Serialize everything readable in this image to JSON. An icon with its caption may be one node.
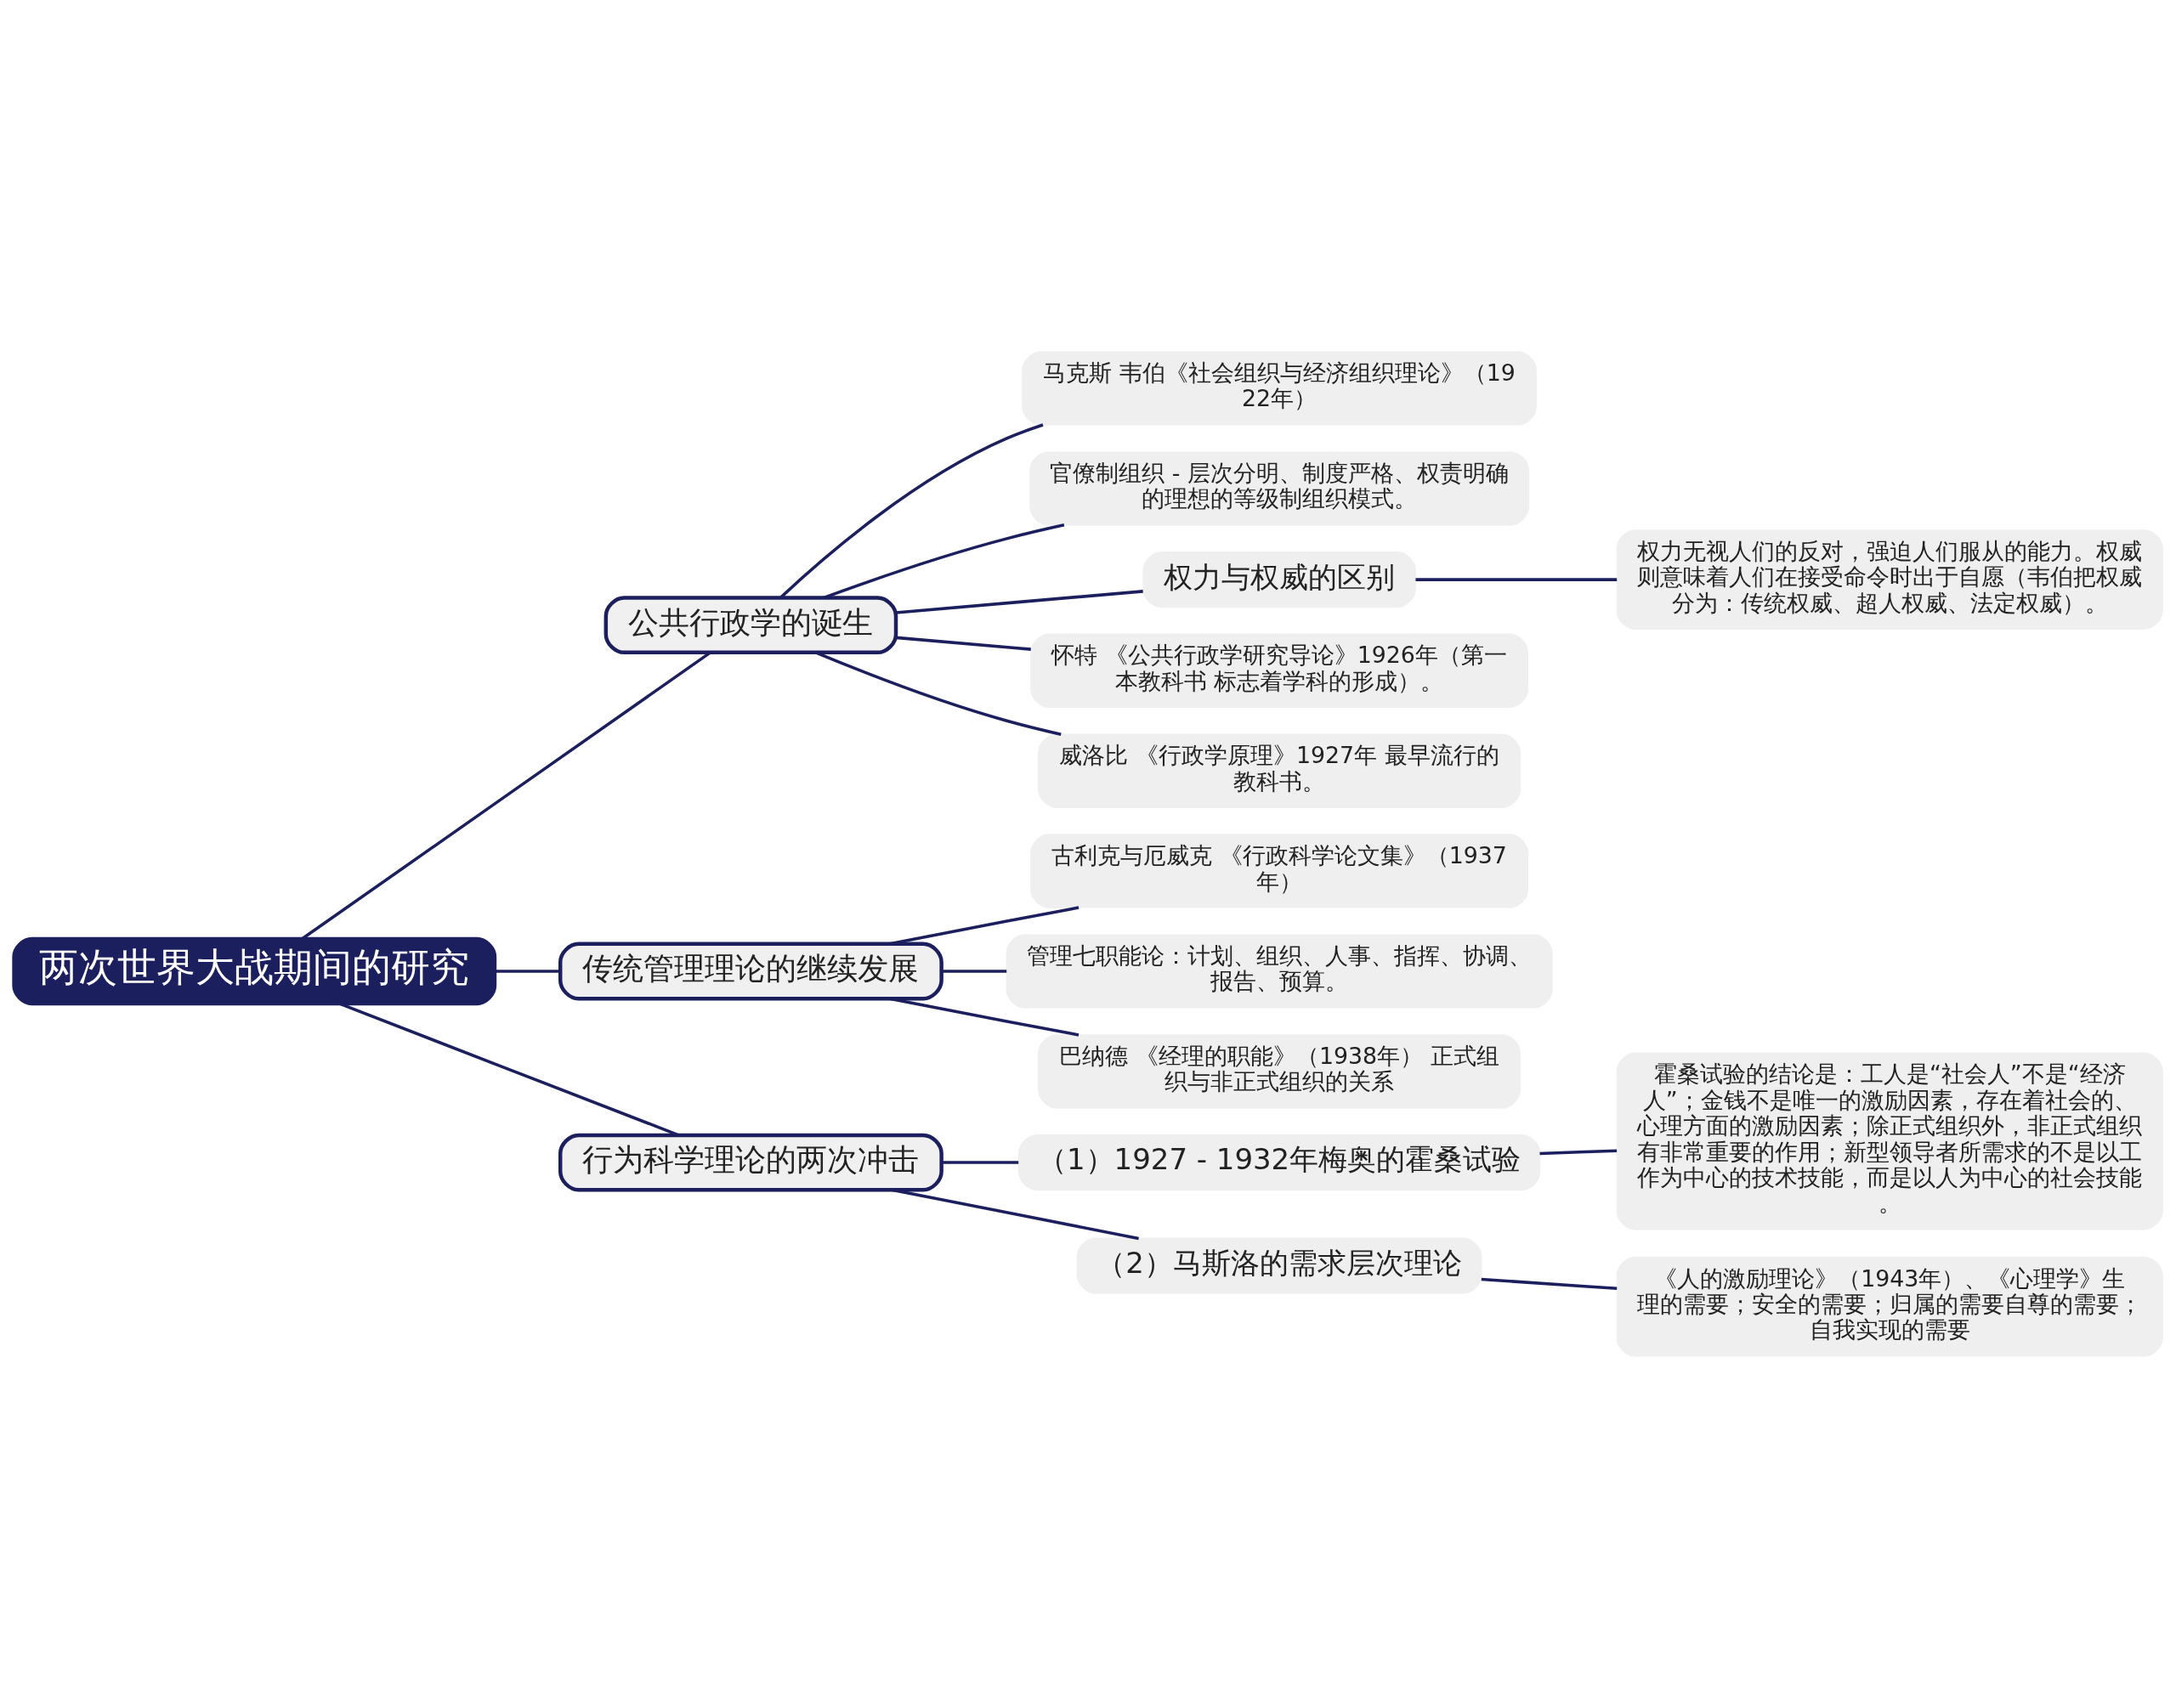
{
  "diagram": {
    "nodes": [
      {
        "text": [
          "两次世界大战期间的研究"
        ]
      },
      {
        "text": [
          "公共行政学的诞生"
        ]
      },
      {
        "text": [
          "马克斯 韦伯《社会组织与经济组织理论》（1922年）"
        ]
      },
      {
        "text": [
          "官僚制组织 - 层次分明、制度严格、权责明确的理想的等级制组织模式。"
        ]
      },
      {
        "text": [
          "权力与权威的区别"
        ]
      },
      {
        "text": [
          "权力无视人们的反对，强迫人们服从的能力。权威则意味着人们在接受命令时出于自愿（韦伯把权威分为：传统权威、超人权威、法定权威）。"
        ]
      },
      {
        "text": [
          "怀特 《公共行政学研究导论》1926年（第一本教科书 标志着学科的形成）。"
        ]
      },
      {
        "text": [
          "威洛比 《行政学原理》1927年 最早流行的教科书。"
        ]
      },
      {
        "text": [
          "传统管理理论的继续发展"
        ]
      },
      {
        "text": [
          "古利克与厄威克 《行政科学论文集》（1937年）"
        ]
      },
      {
        "text": [
          "管理七职能论：计划、组织、人事、指挥、协调、报告、预算。"
        ]
      },
      {
        "text": [
          "巴纳德 《经理的职能》（1938年） 正式组织与非正式组织的关系"
        ]
      },
      {
        "text": [
          "行为科学理论的两次冲击"
        ]
      },
      {
        "text": [
          "（1）1927 - 1932年梅奥的霍桑试验"
        ]
      },
      {
        "text": [
          "霍桑试验的结论是：工人是“社会人”不是“经济人”；金钱不是唯一的激励因素，存在着社会的、心理方面的激励因素；除正式组织外，非正式组织有非常重要的作用；新型领导者所需求的不是以工作为中心的技术技能，而是以人为中心的社会技能。"
        ]
      },
      {
        "text": [
          "（2）马斯洛的需求层次理论"
        ]
      },
      {
        "text": [
          "《人的激励理论》（1943年）、《心理学》生理的需要；安全的需要；归属的需要自尊的需要；自我实现的需要"
        ]
      }
    ],
    "edges": [
      {
        "from": 0,
        "to": 1,
        "arrow": "none"
      },
      {
        "from": 1,
        "to": 2,
        "arrow": "none"
      },
      {
        "from": 1,
        "to": 3,
        "arrow": "none"
      },
      {
        "from": 1,
        "to": 4,
        "arrow": "none"
      },
      {
        "from": 4,
        "to": 5,
        "arrow": "none"
      },
      {
        "from": 1,
        "to": 6,
        "arrow": "none"
      },
      {
        "from": 1,
        "to": 7,
        "arrow": "none"
      },
      {
        "from": 0,
        "to": 8,
        "arrow": "none"
      },
      {
        "from": 8,
        "to": 9,
        "arrow": "none"
      },
      {
        "from": 8,
        "to": 10,
        "arrow": "none"
      },
      {
        "from": 8,
        "to": 11,
        "arrow": "none"
      },
      {
        "from": 0,
        "to": 12,
        "arrow": "none"
      },
      {
        "from": 12,
        "to": 13,
        "arrow": "none"
      },
      {
        "from": 13,
        "to": 14,
        "arrow": "none"
      },
      {
        "from": 12,
        "to": 15,
        "arrow": "none"
      },
      {
        "from": 15,
        "to": 16,
        "arrow": "none"
      }
    ]
  }
}
